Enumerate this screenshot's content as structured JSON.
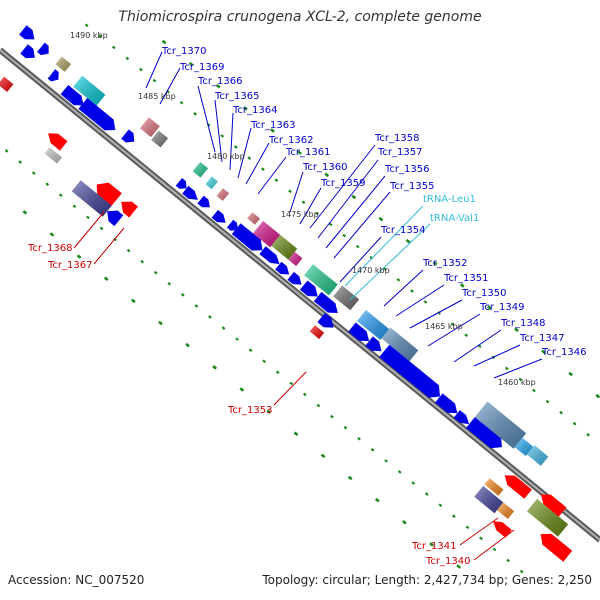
{
  "header": {
    "title": "Thiomicrospira crunogena XCL-2, complete genome"
  },
  "footer": {
    "accession": "Accession: NC_007520",
    "summary": "Topology: circular; Length: 2,427,734 bp; Genes: 2,250"
  },
  "colors": {
    "backbone": "#808080",
    "tick": "#1a8a1a",
    "forward_gene": "#0000e6",
    "reverse_gene": "#ff0000",
    "forward_label": "#0000cc",
    "reverse_label": "#cc0000",
    "trna_label": "#33bbdd"
  },
  "scale": [
    {
      "id": "1490",
      "label": "1490 kbp"
    },
    {
      "id": "1485",
      "label": "1485 kbp"
    },
    {
      "id": "1480",
      "label": "1480 kbp"
    },
    {
      "id": "1475",
      "label": "1475 kbp"
    },
    {
      "id": "1470",
      "label": "1470 kbp"
    },
    {
      "id": "1465",
      "label": "1465 kbp"
    },
    {
      "id": "1460",
      "label": "1460 kbp"
    }
  ],
  "gene_labels": [
    {
      "id": "1370",
      "text": "Tcr_1370",
      "strand": "forward"
    },
    {
      "id": "1369",
      "text": "Tcr_1369",
      "strand": "forward"
    },
    {
      "id": "1366",
      "text": "Tcr_1366",
      "strand": "forward"
    },
    {
      "id": "1365",
      "text": "Tcr_1365",
      "strand": "forward"
    },
    {
      "id": "1364",
      "text": "Tcr_1364",
      "strand": "forward"
    },
    {
      "id": "1363",
      "text": "Tcr_1363",
      "strand": "forward"
    },
    {
      "id": "1362",
      "text": "Tcr_1362",
      "strand": "forward"
    },
    {
      "id": "1361",
      "text": "Tcr_1361",
      "strand": "forward"
    },
    {
      "id": "1360",
      "text": "Tcr_1360",
      "strand": "forward"
    },
    {
      "id": "1359",
      "text": "Tcr_1359",
      "strand": "forward"
    },
    {
      "id": "1358",
      "text": "Tcr_1358",
      "strand": "forward"
    },
    {
      "id": "1357",
      "text": "Tcr_1357",
      "strand": "forward"
    },
    {
      "id": "1356",
      "text": "Tcr_1356",
      "strand": "forward"
    },
    {
      "id": "1355",
      "text": "Tcr_1355",
      "strand": "forward"
    },
    {
      "id": "leu1",
      "text": "tRNA-Leu1",
      "strand": "trna"
    },
    {
      "id": "val1",
      "text": "tRNA-Val1",
      "strand": "trna"
    },
    {
      "id": "1354",
      "text": "Tcr_1354",
      "strand": "forward"
    },
    {
      "id": "1352",
      "text": "Tcr_1352",
      "strand": "forward"
    },
    {
      "id": "1351",
      "text": "Tcr_1351",
      "strand": "forward"
    },
    {
      "id": "1350",
      "text": "Tcr_1350",
      "strand": "forward"
    },
    {
      "id": "1349",
      "text": "Tcr_1349",
      "strand": "forward"
    },
    {
      "id": "1348",
      "text": "Tcr_1348",
      "strand": "forward"
    },
    {
      "id": "1347",
      "text": "Tcr_1347",
      "strand": "forward"
    },
    {
      "id": "1346",
      "text": "Tcr_1346",
      "strand": "forward"
    },
    {
      "id": "1368",
      "text": "Tcr_1368",
      "strand": "reverse"
    },
    {
      "id": "1367",
      "text": "Tcr_1367",
      "strand": "reverse"
    },
    {
      "id": "1353",
      "text": "Tcr_1353",
      "strand": "reverse"
    },
    {
      "id": "1341",
      "text": "Tcr_1341",
      "strand": "reverse"
    },
    {
      "id": "1340",
      "text": "Tcr_1340",
      "strand": "reverse"
    }
  ]
}
